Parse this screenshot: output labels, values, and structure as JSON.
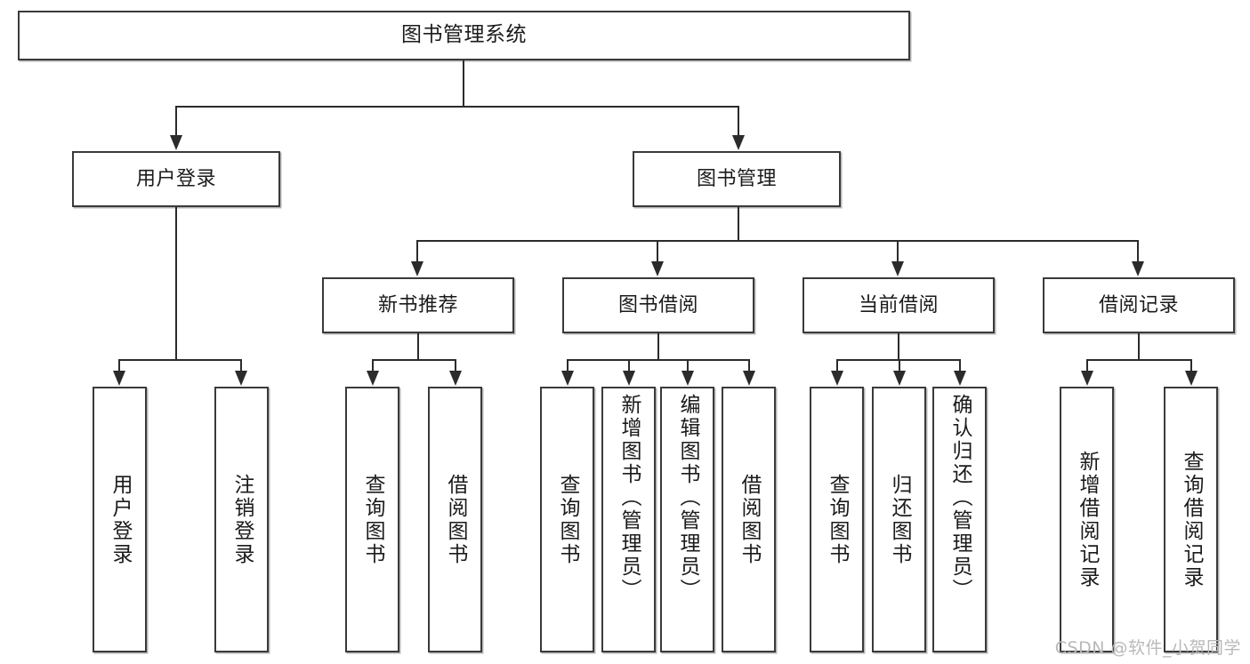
{
  "diagram": {
    "type": "tree-hierarchy-chart",
    "title": "图书管理系统",
    "watermark": "CSDN @软件_小贺同学",
    "colors": {
      "box_border": "#3a3a3a",
      "box_fill": "#ffffff",
      "connector": "#2b2b2b",
      "text": "#1b1b1b",
      "watermark": "#b9b9b9",
      "background": "#ffffff"
    },
    "levels": [
      {
        "level": 1,
        "orientation": "horizontal"
      },
      {
        "level": 2,
        "orientation": "horizontal"
      },
      {
        "level": 3,
        "orientation": "horizontal"
      },
      {
        "level": 4,
        "orientation": "vertical"
      }
    ],
    "nodes": {
      "root": {
        "label": "图书管理系统"
      },
      "level2": [
        {
          "id": "user-login",
          "label": "用户登录"
        },
        {
          "id": "book-management",
          "label": "图书管理"
        }
      ],
      "level3": [
        {
          "id": "new-book-recommend",
          "label": "新书推荐"
        },
        {
          "id": "book-borrow",
          "label": "图书借阅"
        },
        {
          "id": "current-borrow",
          "label": "当前借阅"
        },
        {
          "id": "borrow-record",
          "label": "借阅记录"
        }
      ],
      "leaves": {
        "user_login": [
          {
            "id": "leaf-user-login",
            "label": "用户登录"
          },
          {
            "id": "leaf-logout-login",
            "label": "注销登录"
          }
        ],
        "new_book_recommend": [
          {
            "id": "leaf-query-book-1",
            "label": "查询图书"
          },
          {
            "id": "leaf-borrow-book-1",
            "label": "借阅图书"
          }
        ],
        "book_borrow": [
          {
            "id": "leaf-query-book-2",
            "label": "查询图书"
          },
          {
            "id": "leaf-add-book",
            "label": "新增图书（管理员）"
          },
          {
            "id": "leaf-edit-book",
            "label": "编辑图书（管理员）"
          },
          {
            "id": "leaf-borrow-book-2",
            "label": "借阅图书"
          }
        ],
        "current_borrow": [
          {
            "id": "leaf-query-book-3",
            "label": "查询图书"
          },
          {
            "id": "leaf-return-book",
            "label": "归还图书"
          },
          {
            "id": "leaf-confirm-return",
            "label": "确认归还（管理员）"
          }
        ],
        "borrow_record": [
          {
            "id": "leaf-add-borrow-record",
            "label": "新增借阅记录"
          },
          {
            "id": "leaf-query-borrow-record",
            "label": "查询借阅记录"
          }
        ]
      }
    },
    "edges": [
      {
        "from": "图书管理系统",
        "to": "用户登录"
      },
      {
        "from": "图书管理系统",
        "to": "图书管理"
      },
      {
        "from": "用户登录",
        "to": "用户登录"
      },
      {
        "from": "用户登录",
        "to": "注销登录"
      },
      {
        "from": "图书管理",
        "to": "新书推荐"
      },
      {
        "from": "图书管理",
        "to": "图书借阅"
      },
      {
        "from": "图书管理",
        "to": "当前借阅"
      },
      {
        "from": "图书管理",
        "to": "借阅记录"
      },
      {
        "from": "新书推荐",
        "to": "查询图书"
      },
      {
        "from": "新书推荐",
        "to": "借阅图书"
      },
      {
        "from": "图书借阅",
        "to": "查询图书"
      },
      {
        "from": "图书借阅",
        "to": "新增图书（管理员）"
      },
      {
        "from": "图书借阅",
        "to": "编辑图书（管理员）"
      },
      {
        "from": "图书借阅",
        "to": "借阅图书"
      },
      {
        "from": "当前借阅",
        "to": "查询图书"
      },
      {
        "from": "当前借阅",
        "to": "归还图书"
      },
      {
        "from": "当前借阅",
        "to": "确认归还（管理员）"
      },
      {
        "from": "借阅记录",
        "to": "新增借阅记录"
      },
      {
        "from": "借阅记录",
        "to": "查询借阅记录"
      }
    ]
  }
}
